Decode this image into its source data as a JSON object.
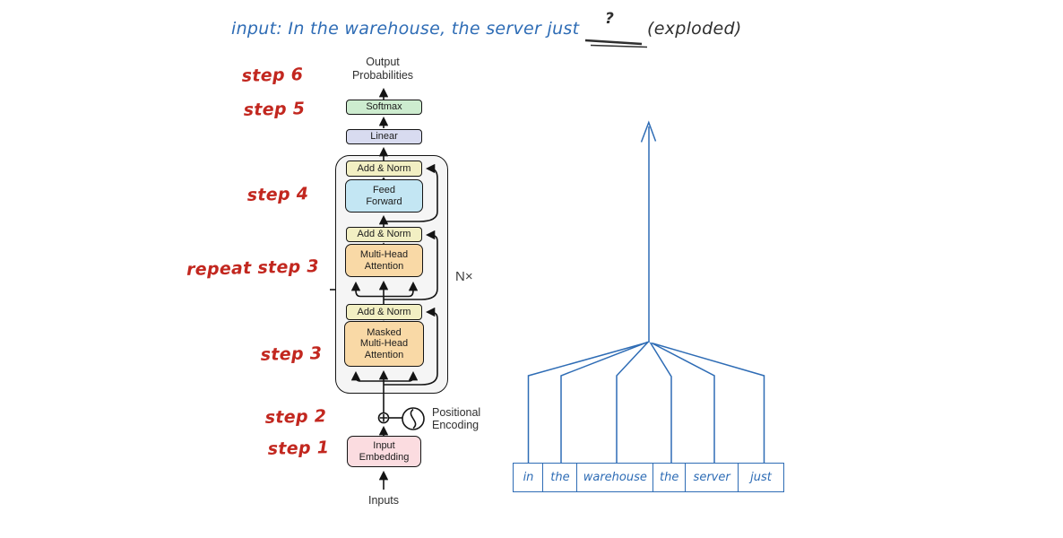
{
  "title": {
    "prompt": "input: In the warehouse, the server just",
    "blank": "?",
    "note": "(exploded)"
  },
  "annotations": {
    "steps": [
      "step 6",
      "step 5",
      "step 4",
      "repeat step 3",
      "step 3",
      "step 2",
      "step 1"
    ]
  },
  "diagram": {
    "output_probabilities": [
      "Output",
      "Probabilities"
    ],
    "softmax": "Softmax",
    "linear": "Linear",
    "add_norm_top": "Add & Norm",
    "feed_forward": [
      "Feed",
      "Forward"
    ],
    "add_norm_mid": "Add & Norm",
    "multi_head_attention": [
      "Multi-Head",
      "Attention"
    ],
    "add_norm_bottom": "Add & Norm",
    "masked_multi_head_attention": [
      "Masked",
      "Multi-Head",
      "Attention"
    ],
    "nx": "N×",
    "positional_encoding": [
      "Positional",
      "Encoding"
    ],
    "input_embedding": [
      "Input",
      "Embedding"
    ],
    "inputs": "Inputs"
  },
  "tokens": [
    "in",
    "the",
    "warehouse",
    "the",
    "server",
    "just"
  ],
  "colors": {
    "handwriting_blue": "#2e6cb5",
    "handwriting_red": "#c2271f",
    "handwriting_dark": "#2f2f2f",
    "softmax_green": "#cdeccf",
    "linear_lavender": "#d8dbf0",
    "add_norm_yellow": "#f2efc3",
    "feed_forward_blue": "#c3e6f3",
    "attention_orange": "#f9d9a6",
    "embedding_pink": "#fbdce0",
    "container_gray": "#f5f5f5"
  }
}
